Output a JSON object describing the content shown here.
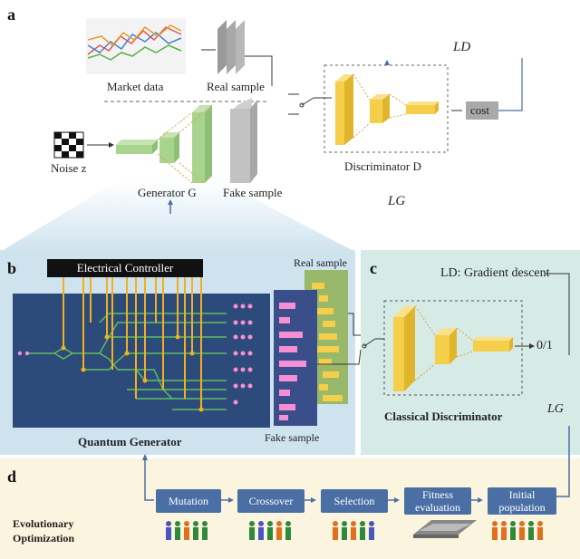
{
  "panel_a": {
    "letter": "a",
    "market_data": "Market data",
    "real_sample": "Real sample",
    "noise": "Noise z",
    "generator": "Generator G",
    "fake_sample": "Fake sample",
    "discriminator": "Discriminator D",
    "cost": "cost",
    "ld": "LD",
    "lg": "LG"
  },
  "panel_b": {
    "letter": "b",
    "controller": "Electrical Controller",
    "real_sample": "Real sample",
    "fake_sample": "Fake sample",
    "caption": "Quantum Generator"
  },
  "panel_c": {
    "letter": "c",
    "ld_text": "LD: Gradient descent",
    "output": "0/1",
    "caption": "Classical Discriminator",
    "lg": "LG"
  },
  "panel_d": {
    "letter": "d",
    "title_line1": "Evolutionary",
    "title_line2": "Optimization",
    "steps": [
      {
        "line1": "Mutation",
        "line2": ""
      },
      {
        "line1": "Crossover",
        "line2": ""
      },
      {
        "line1": "Selection",
        "line2": ""
      },
      {
        "line1": "Fitness",
        "line2": "evaluation"
      },
      {
        "line1": "Initial",
        "line2": "population"
      }
    ]
  },
  "colors": {
    "panel_b_bg": "#cfe3ef",
    "panel_c_bg": "#d6ebe6",
    "panel_d_bg": "#fbf4de",
    "chip_bg": "#2c4a7a",
    "waveguide": "#5fbf5f",
    "electrode": "#f2b01e",
    "pink": "#f78fd6",
    "yellow_layer": "#f5cf4a",
    "green_layer": "#a7d48e",
    "step_box": "#4a6fa5"
  }
}
